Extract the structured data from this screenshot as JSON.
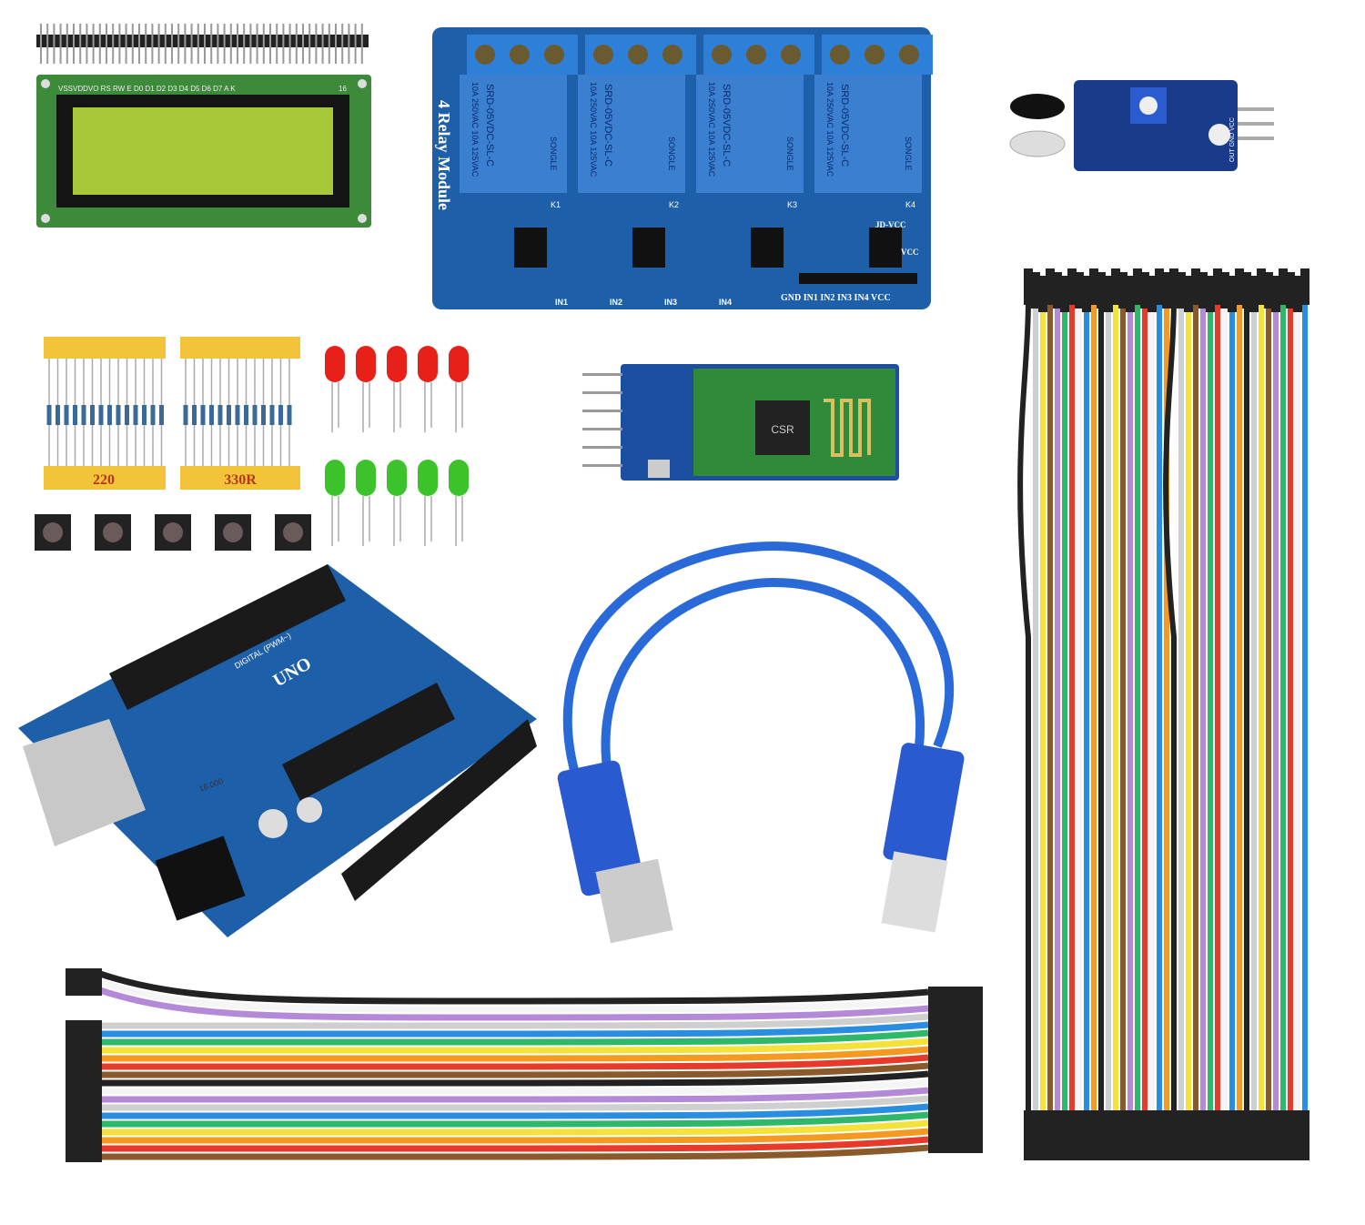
{
  "photo": {
    "background": "#ffffff",
    "lcd": {
      "pin_label": "VSSVDDVO RS RW E D0 D1 D2 D3 D4 D5 D6 D7 A K",
      "pin_number": "16"
    },
    "relay": {
      "title": "4 Relay Module",
      "relay_model": "SRD-05VDC-SL-C",
      "relay_brand": "SONGLE",
      "relay_rating": "10A 250VAC 10A 125VAC",
      "channel_labels": [
        "K1",
        "K2",
        "K3",
        "K4"
      ],
      "input_leds": [
        "IN1",
        "IN2",
        "IN3",
        "IN4"
      ],
      "header_pins": "GND IN1 IN2 IN3 IN4 VCC",
      "jumper_label": "JD-VCC",
      "vcc_label": "VCC"
    },
    "ir_sensor": {
      "pins": "OUT GND VCC"
    },
    "resistors": [
      {
        "value": "220"
      },
      {
        "value": "330R"
      }
    ],
    "led_colors": [
      "#e8201a",
      "#3cc22a"
    ],
    "bluetooth": {
      "chip": "CSR"
    },
    "arduino": {
      "logo": "UNO",
      "digital_label": "DIGITAL (PWM~)",
      "crystal": "16.000"
    },
    "wire_colors": [
      "#222222",
      "#f5f5f5",
      "#b48ad8",
      "#cfcfcf",
      "#2a8ee0",
      "#2fb86a",
      "#f4e23a",
      "#f59a20",
      "#e83a2a",
      "#8a5a2a"
    ],
    "board_blue": "#1d5fa8",
    "lcd_green": "#a8c83a"
  }
}
